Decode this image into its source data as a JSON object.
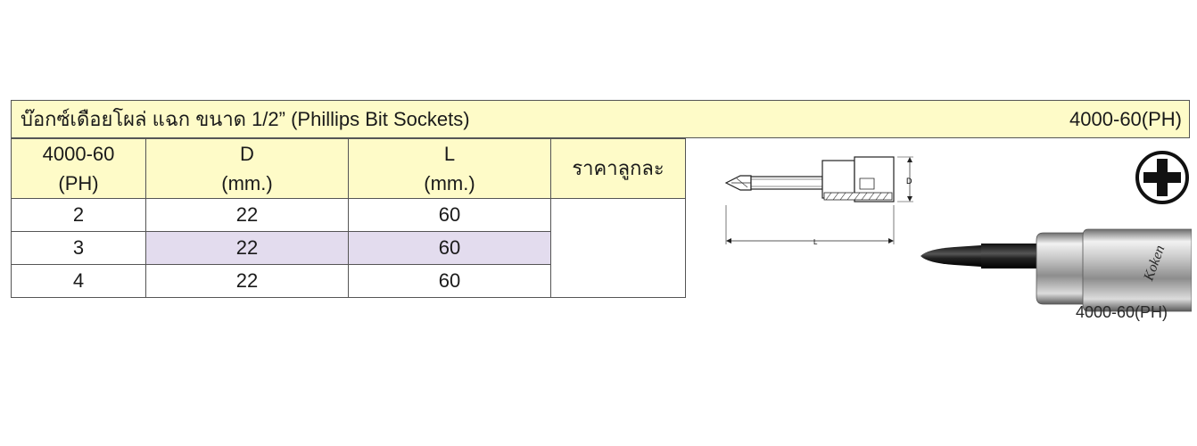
{
  "title": {
    "text": "บ๊อกซ์เดือยโผล่  แฉก ขนาด 1/2” (Phillips Bit Sockets)",
    "code": "4000-60(PH)"
  },
  "table": {
    "headers": [
      {
        "line1": "4000-60",
        "line2": "(PH)"
      },
      {
        "line1": "D",
        "line2": "(mm.)"
      },
      {
        "line1": "L",
        "line2": "(mm.)"
      },
      {
        "line1": "ราคาลูกละ",
        "line2": ""
      }
    ],
    "rows": [
      {
        "size": "2",
        "d": "22",
        "l": "60"
      },
      {
        "size": "3",
        "d": "22",
        "l": "60"
      },
      {
        "size": "4",
        "d": "22",
        "l": "60"
      }
    ]
  },
  "diagram": {
    "d_label": "D",
    "l_label": "L"
  },
  "photo": {
    "caption": "4000-60(PH)",
    "brand": "Koken"
  },
  "colors": {
    "header_bg": "#fefbc8",
    "highlight_row": "#e3dcee",
    "border": "#555555"
  },
  "icons": [
    "phillips-cross-icon"
  ]
}
